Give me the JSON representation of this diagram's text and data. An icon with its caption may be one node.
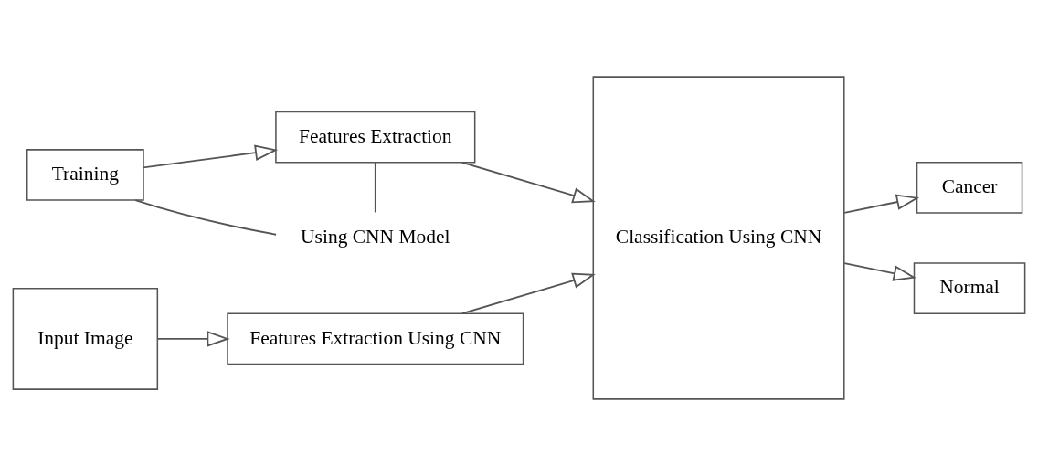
{
  "diagram": {
    "nodes": [
      {
        "text": [
          "Training"
        ]
      },
      {
        "text": [
          "Features Extraction"
        ]
      },
      {
        "text": [
          "Classification Using CNN"
        ]
      },
      {
        "text": [
          "Cancer"
        ]
      },
      {
        "text": [
          "Normal"
        ]
      },
      {
        "text": [
          "Input Image"
        ]
      },
      {
        "text": [
          "Features Extraction Using CNN"
        ]
      },
      {
        "text": [
          "Using CNN Model"
        ]
      }
    ],
    "edges": [
      {
        "from": 0,
        "to": 1,
        "arrow": "to"
      },
      {
        "from": 1,
        "to": 2,
        "arrow": "to"
      },
      {
        "from": 2,
        "to": 3,
        "arrow": "to"
      },
      {
        "from": 2,
        "to": 4,
        "arrow": "to"
      },
      {
        "from": 5,
        "to": 6,
        "arrow": "to"
      },
      {
        "from": 6,
        "to": 2,
        "arrow": "to"
      },
      {
        "from": 0,
        "to": 7,
        "arrow": "none"
      },
      {
        "from": 1,
        "to": 7,
        "arrow": "none"
      }
    ]
  }
}
